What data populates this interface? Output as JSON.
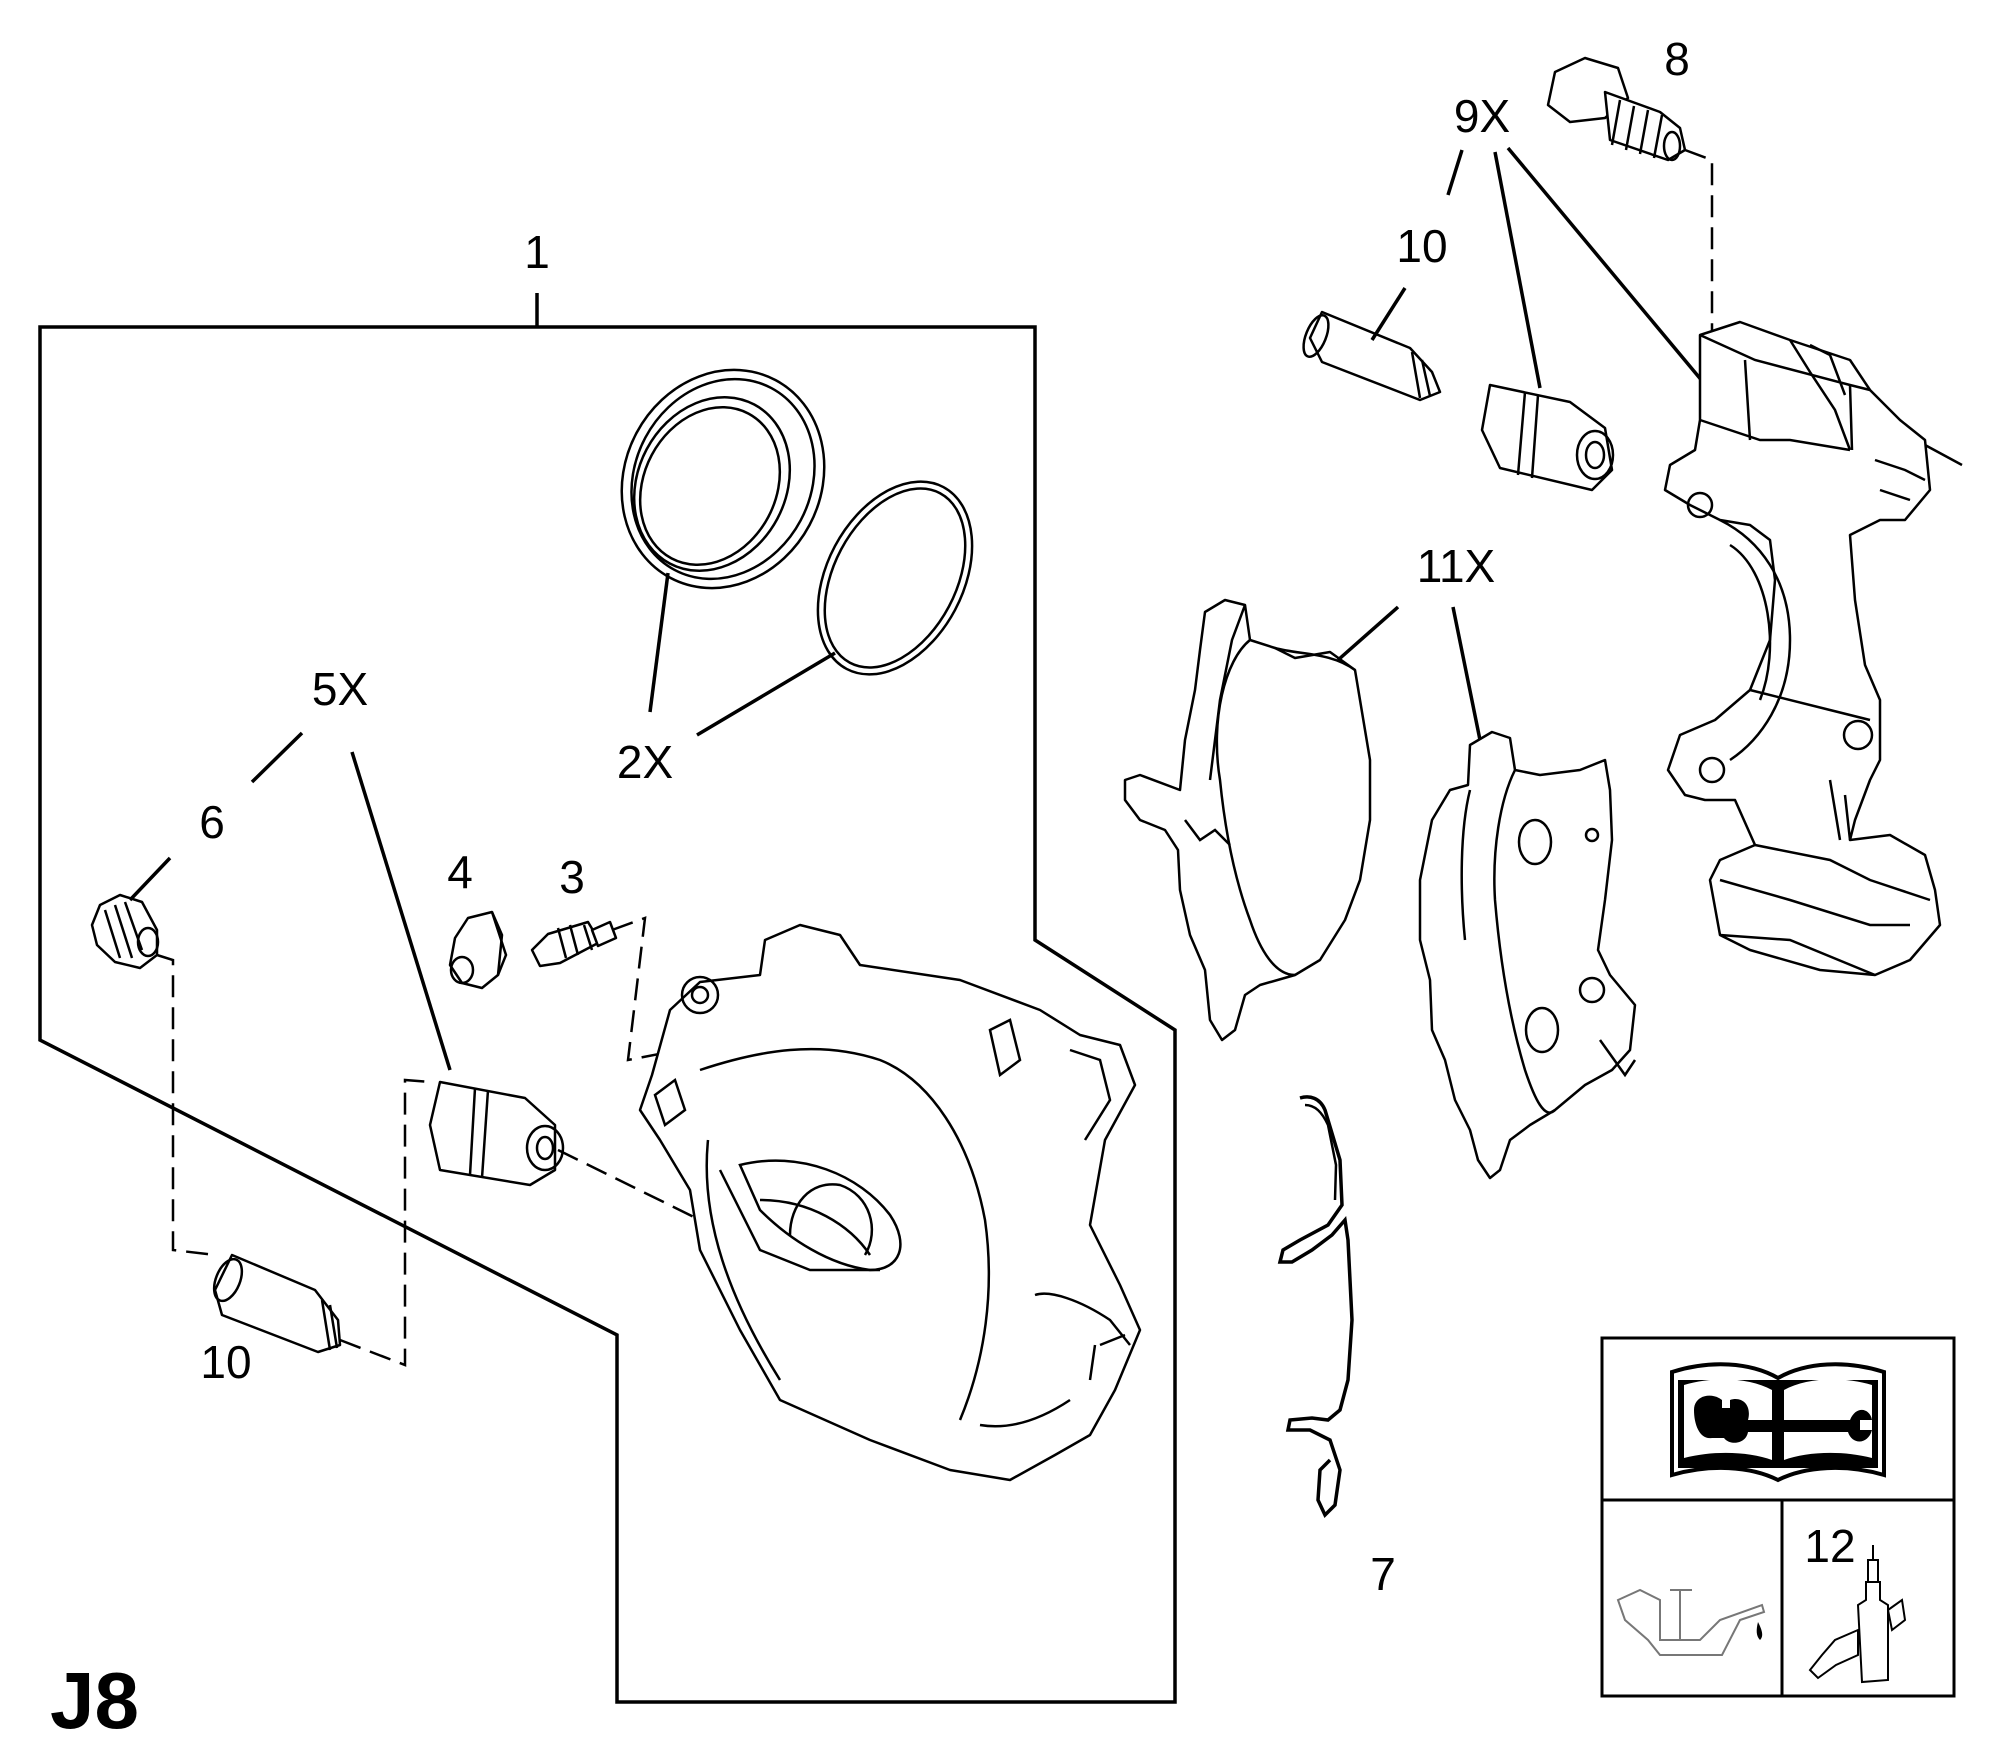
{
  "sheet_code": "J8",
  "callouts": {
    "c1": "1",
    "c2": "2X",
    "c3": "3",
    "c4": "4",
    "c5": "5X",
    "c6": "6",
    "c7": "7",
    "c8": "8",
    "c9": "9X",
    "c10a": "10",
    "c10b": "10",
    "c11": "11X",
    "c12": "12"
  },
  "icons": {
    "manual": "repair-manual-icon",
    "oil": "oil-can-icon",
    "adhesive": "adhesive-tube-icon"
  }
}
